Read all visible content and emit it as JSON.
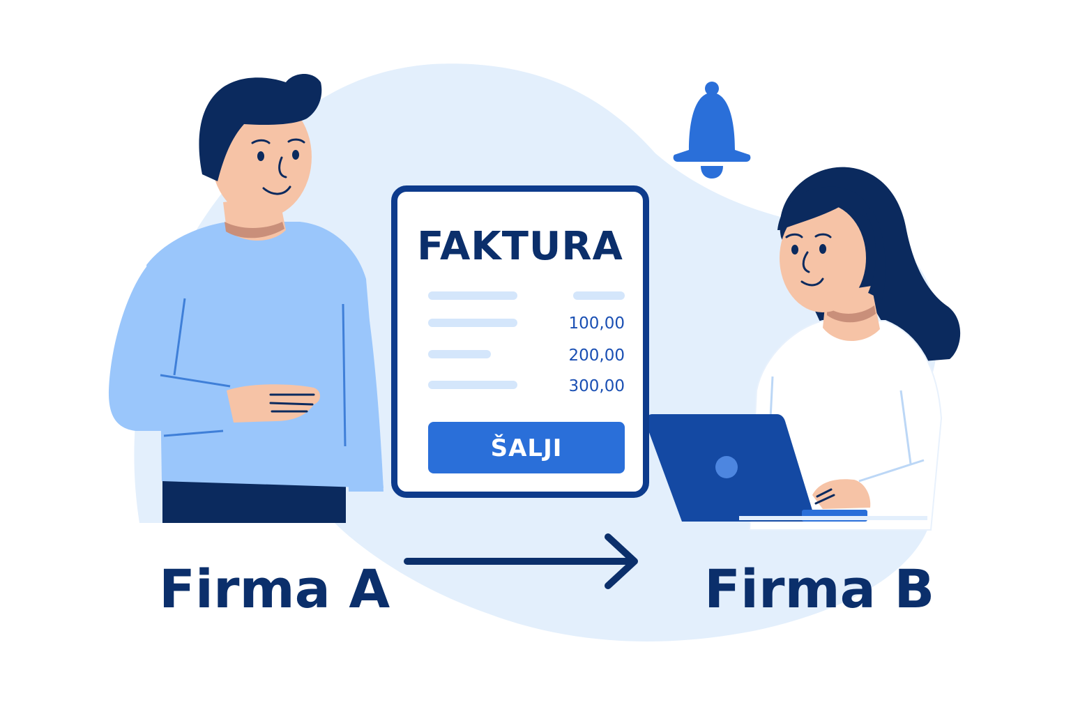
{
  "invoice": {
    "title": "FAKTURA",
    "amounts": [
      "100,00",
      "200,00",
      "300,00"
    ],
    "send_label": "ŠALJI"
  },
  "sender": {
    "label": "Firma A"
  },
  "receiver": {
    "label": "Firma B"
  },
  "icons": {
    "notification": "bell-icon",
    "transfer": "arrow-right-icon",
    "device": "laptop-icon"
  },
  "colors": {
    "navy": "#0b2f6b",
    "accent": "#2a6fd9",
    "light_blue": "#9ac6fb",
    "background_blob": "#e3effc"
  }
}
